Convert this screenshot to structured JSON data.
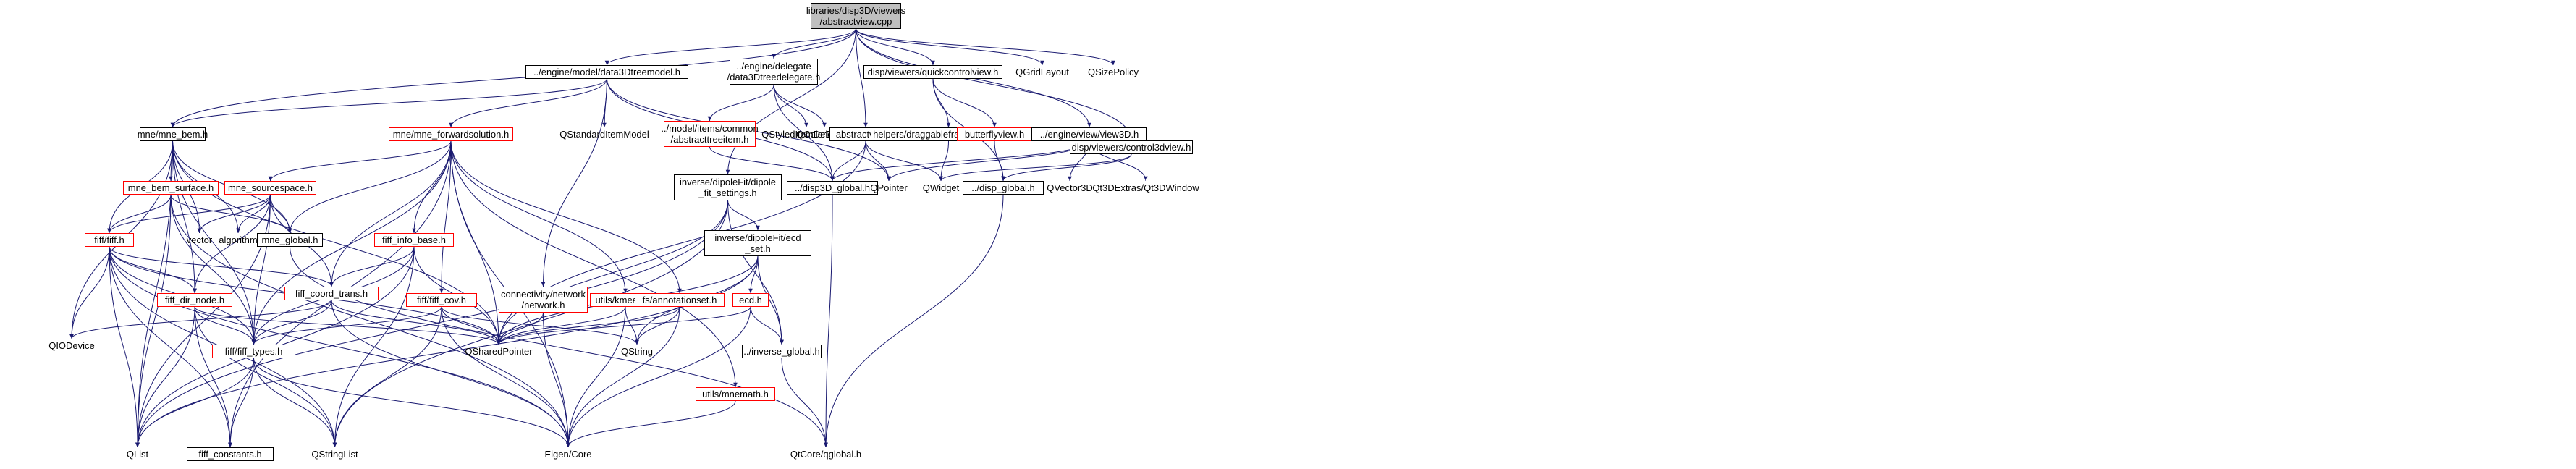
{
  "colors": {
    "edge": "#191970",
    "focus_fill": "#bfbfbf",
    "missing_border": "#ff0000",
    "external_text": "#000000"
  },
  "nodes": {
    "abstractview_cpp": [
      "libraries/disp3D/viewers",
      "/abstractview.cpp"
    ],
    "data3dtreemodel_h": [
      "../engine/model/data3Dtreemodel.h"
    ],
    "data3dtreedelegate_h": [
      "../engine/delegate",
      "/data3Dtreedelegate.h"
    ],
    "quickcontrolview_h": [
      "disp/viewers/quickcontrolview.h"
    ],
    "qgridlayout": [
      "QGridLayout"
    ],
    "qsizepolicy": [
      "QSizePolicy"
    ],
    "mne_bem_h": [
      "mne/mne_bem.h"
    ],
    "mne_forwardsolution_h": [
      "mne/mne_forwardsolution.h"
    ],
    "qstandarditemmodel": [
      "QStandardItemModel"
    ],
    "abstracttreeitem_h": [
      "../model/items/common",
      "/abstracttreeitem.h"
    ],
    "qstyleditemdelegate": [
      "QStyledItemDelegate"
    ],
    "qcolordialog": [
      "QColorDialog"
    ],
    "abstractview_h": [
      "abstractview.h"
    ],
    "draggableframelesswidget_h": [
      "helpers/draggableframelesswidget.h"
    ],
    "butterflyview_h": [
      "butterflyview.h"
    ],
    "view3d_h": [
      "../engine/view/view3D.h"
    ],
    "control3dview_h": [
      "disp/viewers/control3dview.h"
    ],
    "mne_bem_surface_h": [
      "mne_bem_surface.h"
    ],
    "mne_sourcespace_h": [
      "mne_sourcespace.h"
    ],
    "dipole_fit_settings_h": [
      "inverse/dipoleFit/dipole",
      "_fit_settings.h"
    ],
    "disp3d_global_h": [
      "../disp3D_global.h"
    ],
    "qpointer": [
      "QPointer"
    ],
    "qwidget": [
      "QWidget"
    ],
    "disp_global_h": [
      "../disp_global.h"
    ],
    "qvector3d": [
      "QVector3D"
    ],
    "qt3dwindow": [
      "Qt3DExtras/Qt3DWindow"
    ],
    "fiff_h": [
      "fiff/fiff.h"
    ],
    "vector": [
      "vector"
    ],
    "algorithm": [
      "algorithm"
    ],
    "mne_global_h": [
      "mne_global.h"
    ],
    "fiff_info_base_h": [
      "fiff_info_base.h"
    ],
    "ecd_set_h": [
      "inverse/dipoleFit/ecd",
      "_set.h"
    ],
    "fiff_coord_trans_h": [
      "fiff_coord_trans.h"
    ],
    "fiff_dir_node_h": [
      "fiff_dir_node.h"
    ],
    "fiff_cov_h": [
      "fiff/fiff_cov.h"
    ],
    "connectivity_network_h": [
      "connectivity/network",
      "/network.h"
    ],
    "utils_kmeans_h": [
      "utils/kmeans.h"
    ],
    "fs_annotationset_h": [
      "fs/annotationset.h"
    ],
    "ecd_h": [
      "ecd.h"
    ],
    "qiodevice": [
      "QIODevice"
    ],
    "fiff_types_h": [
      "fiff/fiff_types.h"
    ],
    "qsharedpointer": [
      "QSharedPointer"
    ],
    "qstring": [
      "QString"
    ],
    "inverse_global_h": [
      "../inverse_global.h"
    ],
    "utils_mnemath_h": [
      "utils/mnemath.h"
    ],
    "qlist": [
      "QList"
    ],
    "fiff_constants_h": [
      "fiff_constants.h"
    ],
    "qstringlist": [
      "QStringList"
    ],
    "eigen_core": [
      "Eigen/Core"
    ],
    "qtcore_qglobal_h": [
      "QtCore/qglobal.h"
    ]
  }
}
